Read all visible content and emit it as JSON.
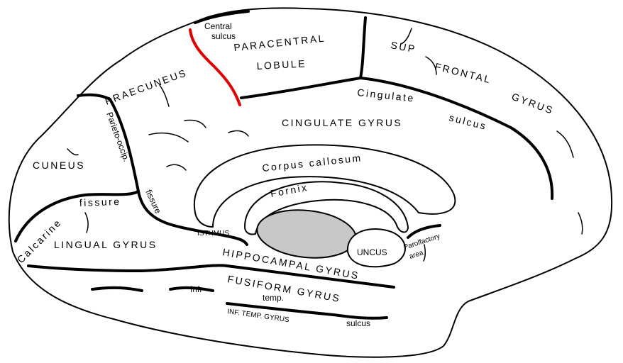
{
  "colors": {
    "central_sulcus_highlight": "#e00000",
    "thalamus_fill": "#c8c8c8",
    "outline": "#000000"
  },
  "labels": {
    "central_sulcus": [
      "Central",
      "sulcus"
    ],
    "paracentral": [
      "PARACENTRAL",
      "LOBULE"
    ],
    "sup_frontal": [
      "SUP",
      "FRONTAL",
      "GYRUS"
    ],
    "praecuneus": "PRAECUNEUS",
    "cingulate_sulcus": [
      "Cingulate",
      "sulcus"
    ],
    "cingulate_gyrus": "CINGULATE GYRUS",
    "parieto_occip": "Parieto-occip.",
    "fissure_parieto": "fissure",
    "cuneus": "CUNEUS",
    "corpus_callosum": "Corpus callosum",
    "fornix": "Fornix",
    "calcarine": [
      "Calcarine",
      "fissure"
    ],
    "lingual_gyrus": "LINGUAL GYRUS",
    "isthmus": "ISTHMUS",
    "uncus": "UNCUS",
    "parolfactory": [
      "Parolfactory",
      "area"
    ],
    "hippocampal_gyrus": "HIPPOCAMPAL GYRUS",
    "fusiform_gyrus": "FUSIFORM GYRUS",
    "infr": "Infr",
    "temp": "temp.",
    "inf_temp_gyrus": "INF. TEMP. GYRUS",
    "sulcus": "sulcus"
  }
}
